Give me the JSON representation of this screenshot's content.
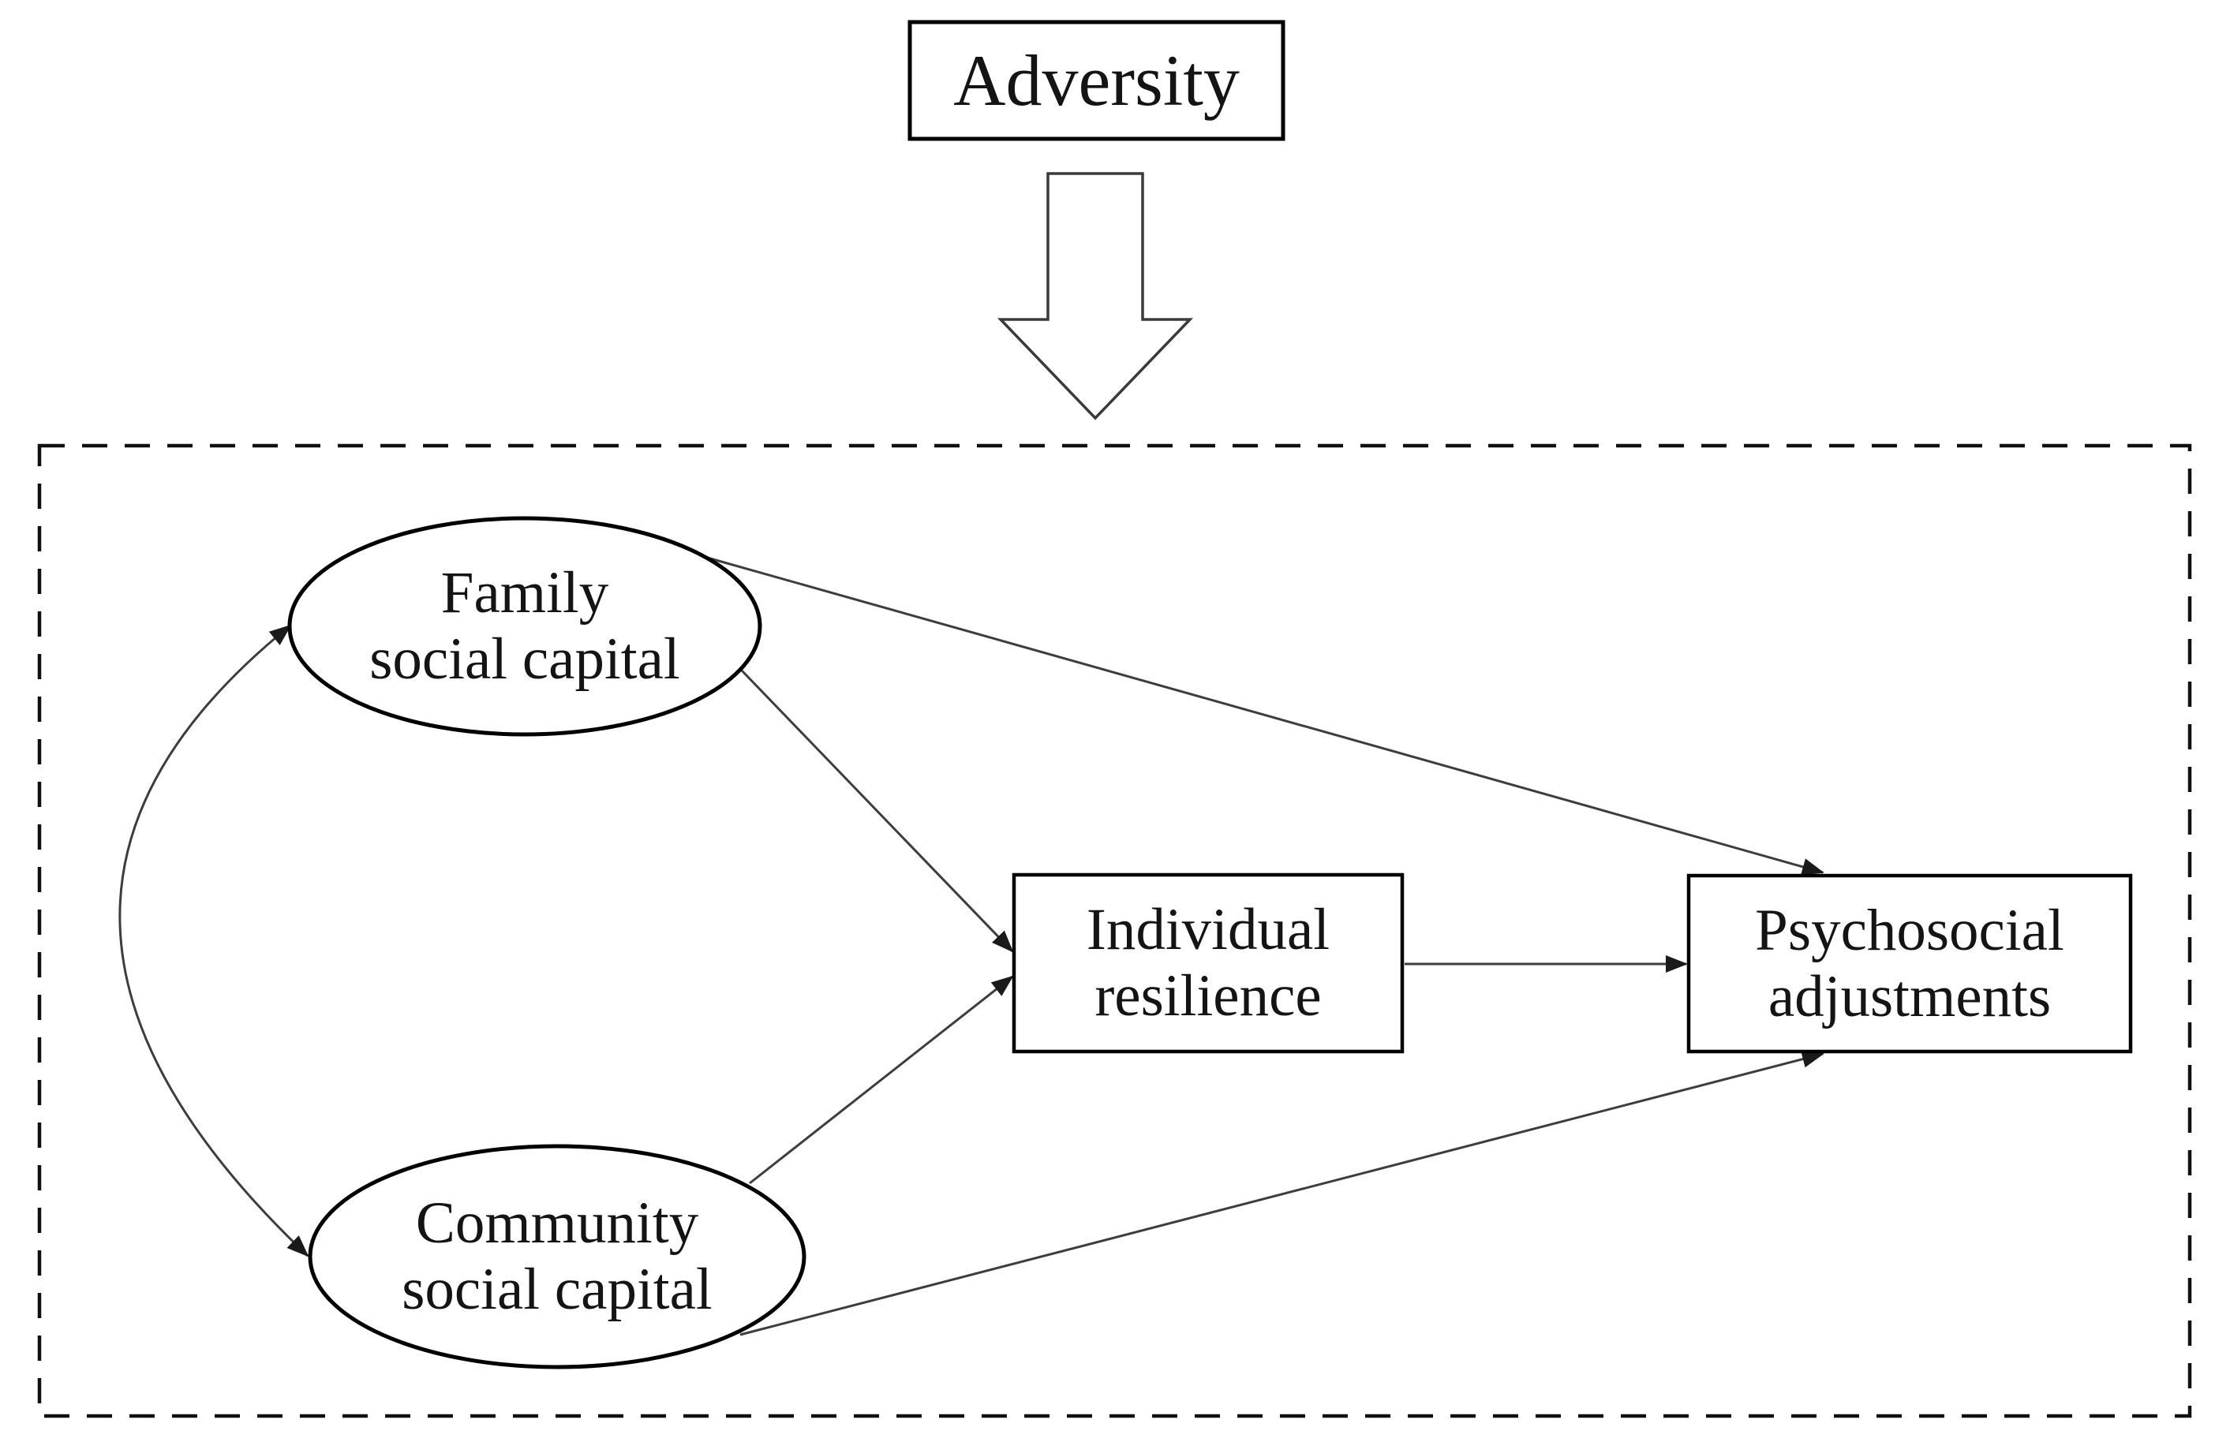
{
  "diagram": {
    "type": "conceptual-path-model",
    "colors": {
      "background": "#ffffff",
      "shape_stroke": "#000000",
      "connector": "#3d3d3d",
      "arrowhead": "#1a1a1a",
      "text": "#141414"
    },
    "adversity_box": {
      "label": "Adversity"
    },
    "nodes": {
      "family": {
        "line1": "Family",
        "line2": "social capital",
        "shape": "ellipse"
      },
      "community": {
        "line1": "Community",
        "line2": "social capital",
        "shape": "ellipse"
      },
      "individual": {
        "line1": "Individual",
        "line2": "resilience",
        "shape": "rectangle"
      },
      "psychosocial": {
        "line1": "Psychosocial",
        "line2": "adjustments",
        "shape": "rectangle"
      }
    },
    "edges": [
      {
        "from": "adversity",
        "to": "system-boundary",
        "style": "hollow-block-arrow-down",
        "directed": true
      },
      {
        "from": "family",
        "to": "community",
        "style": "curved-line",
        "directed": true,
        "double_headed": true
      },
      {
        "from": "family",
        "to": "individual",
        "style": "straight-line",
        "directed": true
      },
      {
        "from": "family",
        "to": "psychosocial",
        "style": "straight-line",
        "directed": true
      },
      {
        "from": "community",
        "to": "individual",
        "style": "straight-line",
        "directed": true
      },
      {
        "from": "community",
        "to": "psychosocial",
        "style": "straight-line",
        "directed": true
      },
      {
        "from": "individual",
        "to": "psychosocial",
        "style": "straight-line",
        "directed": true
      }
    ],
    "boundary": {
      "style": "dashed-rectangle"
    }
  }
}
